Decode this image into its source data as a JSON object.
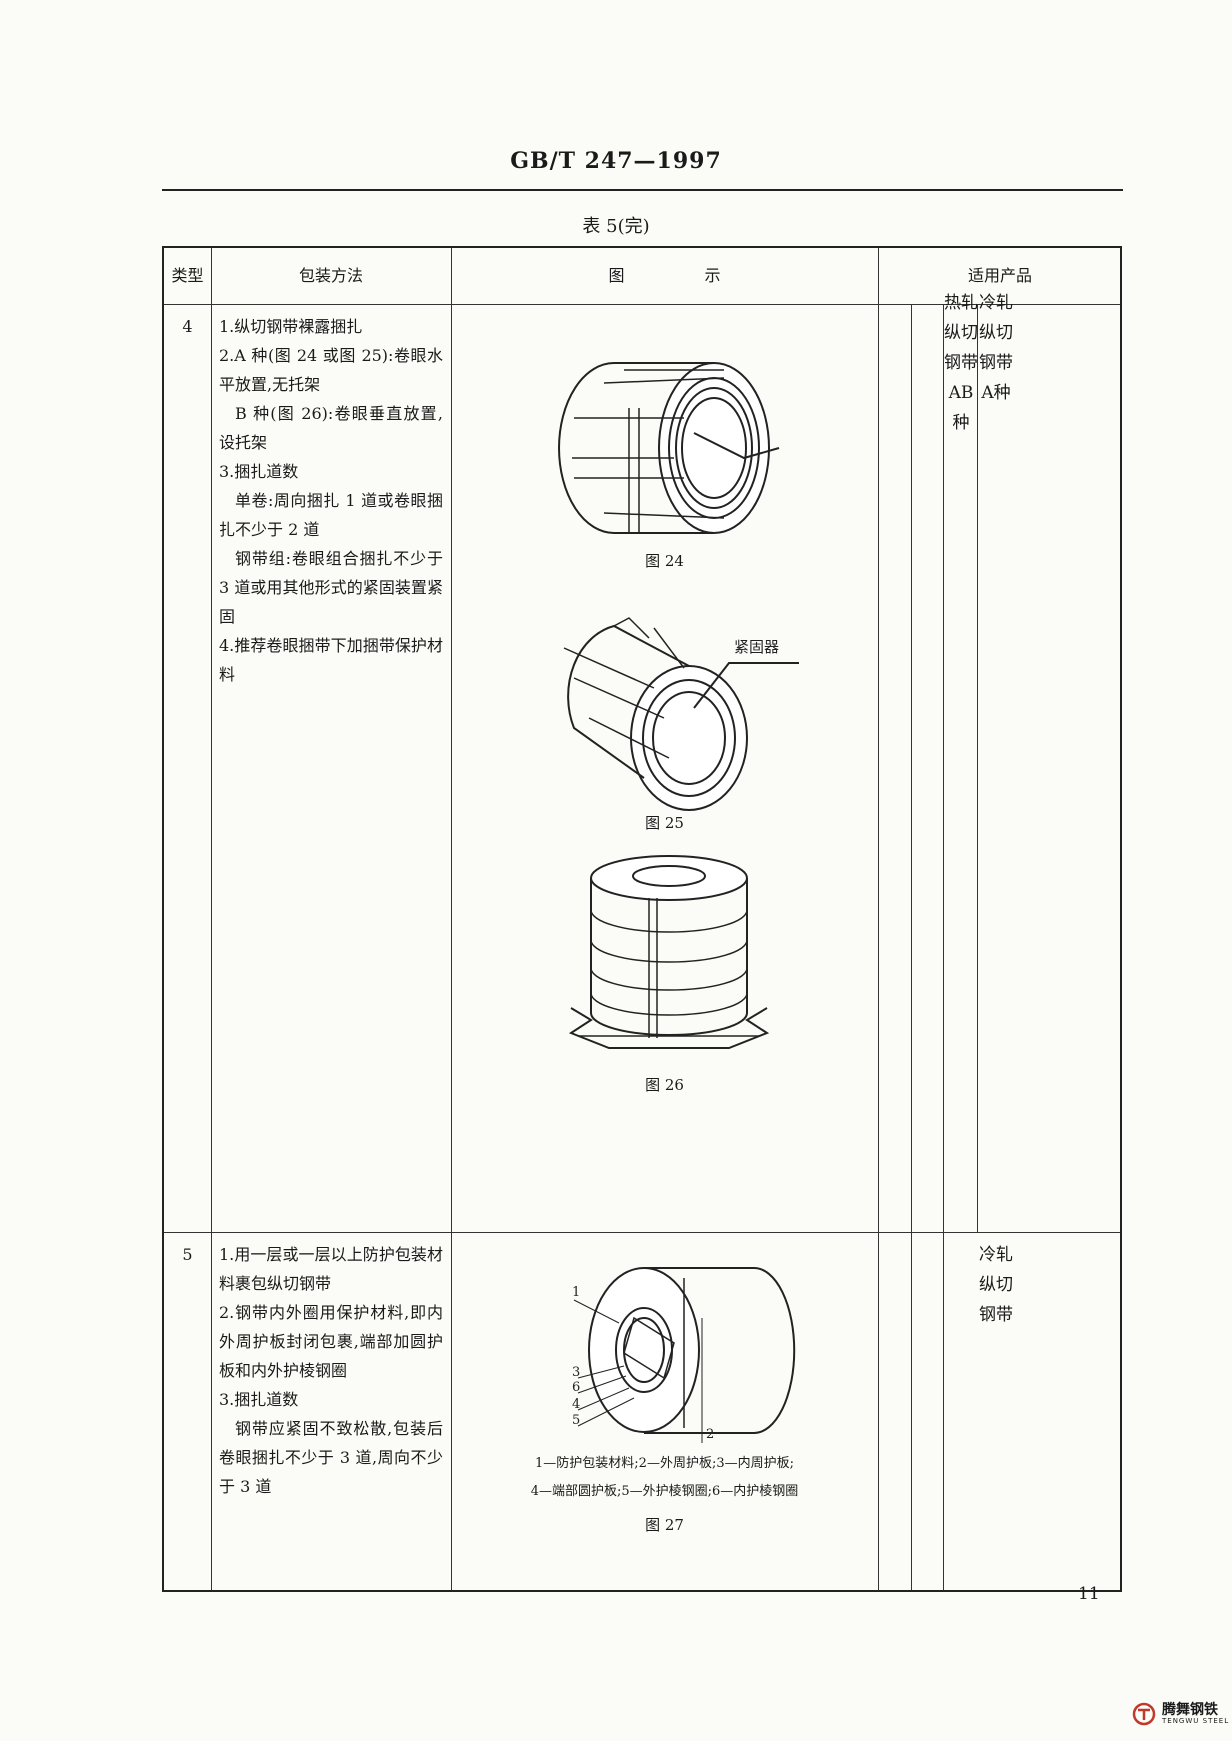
{
  "header": "GB/T 247—1997",
  "caption": "表 5(完)",
  "columns": [
    "类型",
    "包装方法",
    "图　　　　　示",
    "适用产品"
  ],
  "row4": {
    "type": "4",
    "method": [
      "1.纵切钢带裸露捆扎",
      "2.A 种(图 24 或图 25):卷眼水平放置,无托架",
      "B 种(图 26):卷眼垂直放置,设托架",
      "3.捆扎道数",
      "单卷:周向捆扎 1 道或卷眼捆扎不少于 2 道",
      "钢带组:卷眼组合捆扎不少于 3 道或用其他形式的紧固装置紧固",
      "4.推荐卷眼捆带下加捆带保护材料"
    ],
    "fig24": "图 24",
    "fig25": "图 25",
    "fig25_label": "紧固器",
    "fig26": "图 26",
    "product_hot": "热轧纵切钢带AB种",
    "product_cold": "冷轧纵切钢带A种"
  },
  "row5": {
    "type": "5",
    "method": [
      "1.用一层或一层以上防护包装材料裹包纵切钢带",
      "2.钢带内外圈用保护材料,即内外周护板封闭包裹,端部加圆护板和内外护棱钢圈",
      "3.捆扎道数",
      "钢带应紧固不致松散,包装后卷眼捆扎不少于 3 道,周向不少于 3 道"
    ],
    "fig27_labels": [
      "1",
      "3",
      "6",
      "4",
      "5",
      "2"
    ],
    "legend1": "1—防护包装材料;2—外周护板;3—内周护板;",
    "legend2": "4—端部圆护板;5—外护棱钢圈;6—内护棱钢圈",
    "fig27": "图 27",
    "product_cold": "冷轧纵切钢带"
  },
  "page_number": "11",
  "logo": {
    "text": "腾舞钢铁",
    "sub": "TENGWU STEEL"
  }
}
